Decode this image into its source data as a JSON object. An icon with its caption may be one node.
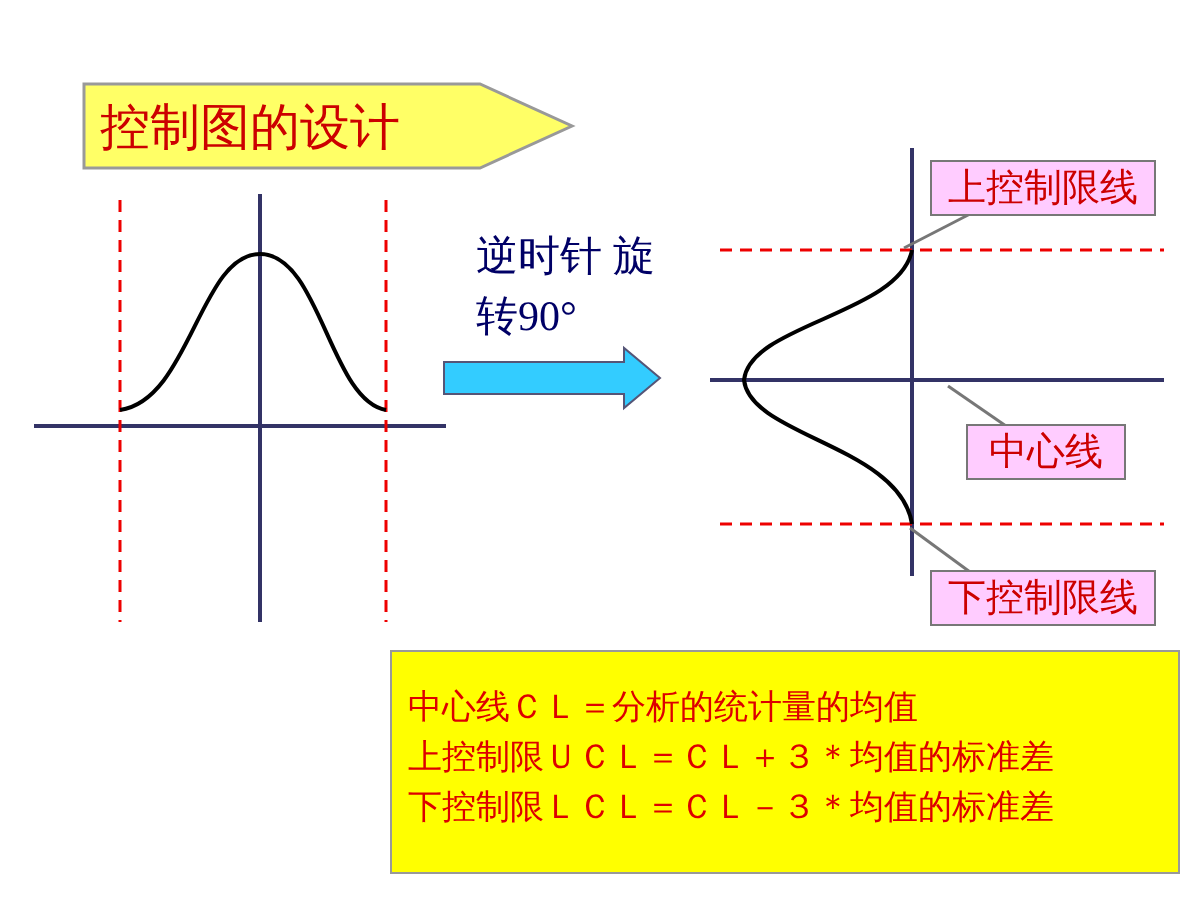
{
  "diagram": {
    "title": "控制图的设计",
    "nodes": [
      {
        "text": [],
        "shape": "picture"
      },
      {
        "text": [],
        "shape": "picture"
      },
      {
        "text": [
          "上控制限线"
        ],
        "in": 1
      },
      {
        "text": [
          "中心线"
        ],
        "in": 1
      },
      {
        "text": [
          "下控制限线"
        ],
        "in": 1
      },
      {
        "text": [
          "中心线ＣＬ＝分析的统计量的均值",
          "上控制限ＵＣＬ＝ＣＬ＋３＊均值的标准差",
          "下控制限ＬＣＬ＝ＣＬ－３＊均值的标准差"
        ]
      }
    ],
    "edges": [
      {
        "from": 0,
        "to": 1,
        "arrow": "to",
        "label": "逆时针 旋转90°"
      },
      {
        "from": 2,
        "to": 1,
        "arrow": "none"
      },
      {
        "from": 3,
        "to": 1,
        "arrow": "none"
      },
      {
        "from": 4,
        "to": 1,
        "arrow": "none"
      }
    ]
  }
}
